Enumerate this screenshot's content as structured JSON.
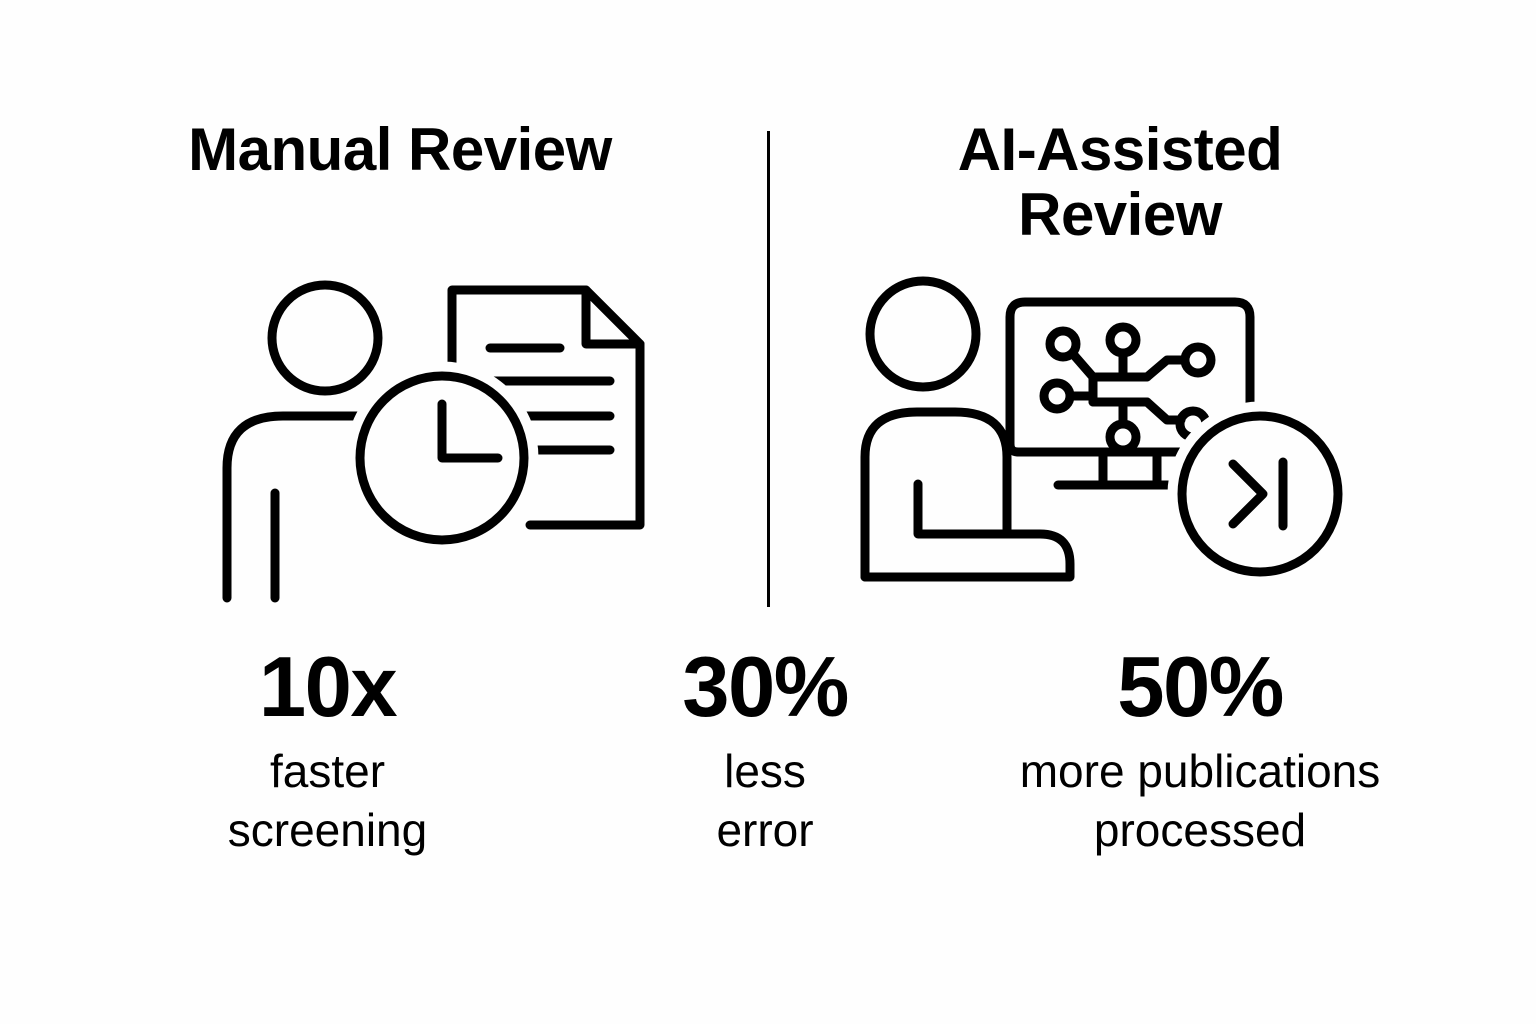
{
  "background_color": "#ffffff",
  "ink_color": "#000000",
  "columns": {
    "left": {
      "heading": "Manual Review",
      "icon_group": "manual-review-icon-group",
      "icons": [
        "person-icon",
        "document-icon",
        "clock-icon"
      ]
    },
    "right": {
      "heading_line1": "AI-Assisted",
      "heading_line2": "Review",
      "heading_full": "AI-Assisted Review",
      "icon_group": "ai-assisted-review-icon-group",
      "icons": [
        "person-at-desk-icon",
        "monitor-icon",
        "neural-network-icon",
        "skip-forward-icon"
      ]
    }
  },
  "divider": {
    "name": "vertical-divider",
    "orientation": "vertical"
  },
  "stats": [
    {
      "value": "10x",
      "label_line1": "faster",
      "label_line2": "screening",
      "label_full": "faster screening"
    },
    {
      "value": "30%",
      "label_line1": "less",
      "label_line2": "error",
      "label_full": "less error"
    },
    {
      "value": "50%",
      "label_line1": "more publications",
      "label_line2": "processed",
      "label_full": "more publications processed"
    }
  ]
}
